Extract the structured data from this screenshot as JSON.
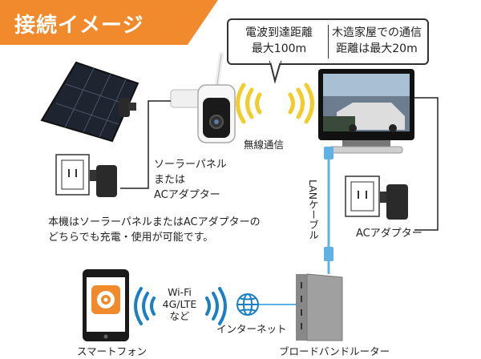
{
  "header": {
    "title": "接続イメージ"
  },
  "callout": {
    "left_lines": [
      "電波到達距離",
      "最大100m"
    ],
    "right_lines": [
      "木造家屋での通信",
      "距離は最大20m"
    ]
  },
  "labels": {
    "wireless": "無線通信",
    "power_options": [
      "ソーラーパネル",
      "または",
      "ACアダプター"
    ],
    "note_lines": [
      "本機はソーラーパネルまたはACアダプターの",
      "どちらでも充電・使用が可能です。"
    ],
    "lan_cable": "LANケーブル",
    "monitor_adapter": "ACアダプター",
    "wifi_lines": [
      "Wi-Fi",
      "4G/LTE",
      "など"
    ],
    "internet": "インターネット",
    "smartphone": "スマートフォン",
    "router": "ブロードバンドルーター"
  },
  "colors": {
    "accent": "#f08a2c",
    "wave": "#f2cc2b",
    "wave_blue": "#1b7fc6",
    "lan": "#5fb2e3",
    "app_icon": "#f08a2c"
  },
  "icons": [
    "solar-panel-icon",
    "camera-icon",
    "outlet-icon",
    "ac-adapter-icon",
    "monitor-icon",
    "smartphone-icon",
    "globe-icon",
    "router-icon",
    "wifi-wave-icon"
  ]
}
